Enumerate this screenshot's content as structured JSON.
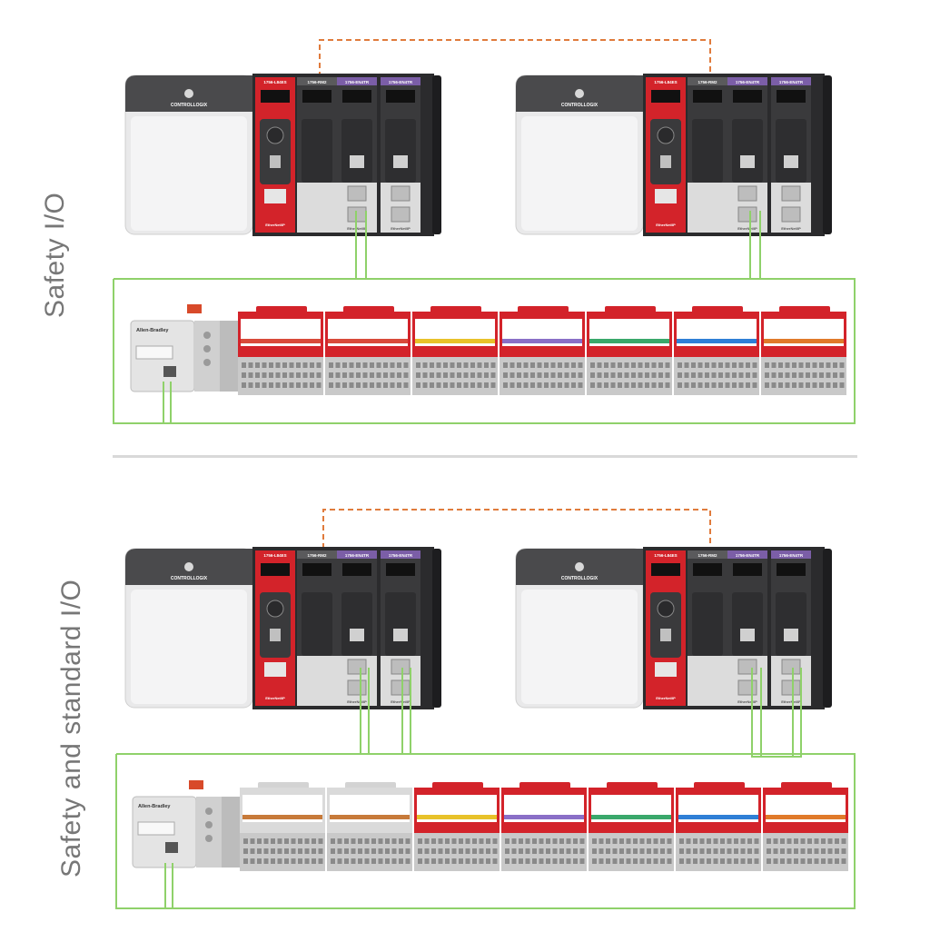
{
  "sections": [
    {
      "label": "Safety I/O",
      "chassis": [
        {
          "brand": "CONTROLLOGIX",
          "modules": [
            "1756-L84ES",
            "1756-RM2",
            "1756-EN4TR",
            "1756-EN4TR"
          ],
          "footer": "EtherNet/IP"
        },
        {
          "brand": "CONTROLLOGIX",
          "modules": [
            "1756-L84ES",
            "1756-RM2",
            "1756-EN4TR",
            "1756-EN4TR"
          ],
          "footer": "EtherNet/IP"
        }
      ],
      "io_rack": {
        "adapter_brand": "Allen-Bradley",
        "modules": [
          {
            "kind": "safety",
            "stripe": "#d94a3a"
          },
          {
            "kind": "safety",
            "stripe": "#d94a3a"
          },
          {
            "kind": "safety",
            "stripe": "#e8c22a"
          },
          {
            "kind": "safety",
            "stripe": "#8a6fc7"
          },
          {
            "kind": "safety",
            "stripe": "#3aa86b"
          },
          {
            "kind": "safety",
            "stripe": "#2f7fd6"
          },
          {
            "kind": "safety",
            "stripe": "#e07a2a"
          }
        ]
      }
    },
    {
      "label": "Safety and standard I/O",
      "chassis": [
        {
          "brand": "CONTROLLOGIX",
          "modules": [
            "1756-L84ES",
            "1756-RM2",
            "1756-EN4TR",
            "1756-EN4TR"
          ],
          "footer": "EtherNet/IP"
        },
        {
          "brand": "CONTROLLOGIX",
          "modules": [
            "1756-L84ES",
            "1756-RM2",
            "1756-EN4TR",
            "1756-EN4TR"
          ],
          "footer": "EtherNet/IP"
        }
      ],
      "io_rack": {
        "adapter_brand": "Allen-Bradley",
        "modules": [
          {
            "kind": "standard",
            "stripe": "#c77a3a"
          },
          {
            "kind": "standard",
            "stripe": "#c77a3a"
          },
          {
            "kind": "safety",
            "stripe": "#e8c22a"
          },
          {
            "kind": "safety",
            "stripe": "#8a6fc7"
          },
          {
            "kind": "safety",
            "stripe": "#3aa86b"
          },
          {
            "kind": "safety",
            "stripe": "#2f7fd6"
          },
          {
            "kind": "safety",
            "stripe": "#e07a2a"
          }
        ]
      }
    }
  ],
  "colors": {
    "ethernet_link": "#8fd16a",
    "redundancy_link": "#e07b3c",
    "controller_red": "#d3232a",
    "comm_purple": "#7b5ea7",
    "divider": "#d9d9d9"
  }
}
